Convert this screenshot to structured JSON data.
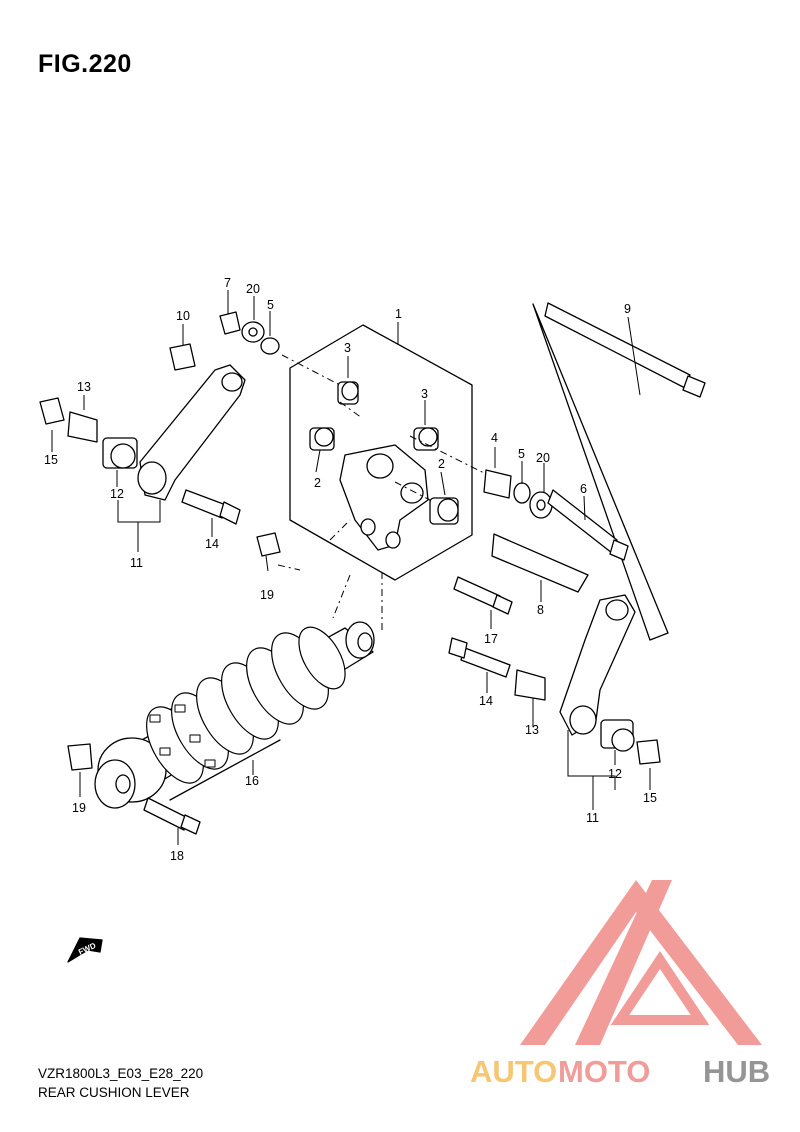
{
  "figure": {
    "title": "FIG.220",
    "model_code": "VZR1800L3_E03_E28_220",
    "name": "REAR CUSHION LEVER"
  },
  "callouts": [
    "1",
    "2",
    "2",
    "3",
    "3",
    "4",
    "5",
    "5",
    "6",
    "7",
    "8",
    "9",
    "10",
    "11",
    "11",
    "12",
    "12",
    "13",
    "13",
    "14",
    "14",
    "15",
    "15",
    "16",
    "17",
    "18",
    "19",
    "19",
    "20",
    "20"
  ],
  "fwd_label": "FWD",
  "watermark": {
    "auto": "AUTO",
    "moto": "MOTO",
    "hub": "HUB",
    "colors": {
      "triangle": "#f0928e",
      "auto": "#f6c063",
      "moto": "#f0928e",
      "hub": "#8a8a8a"
    }
  }
}
